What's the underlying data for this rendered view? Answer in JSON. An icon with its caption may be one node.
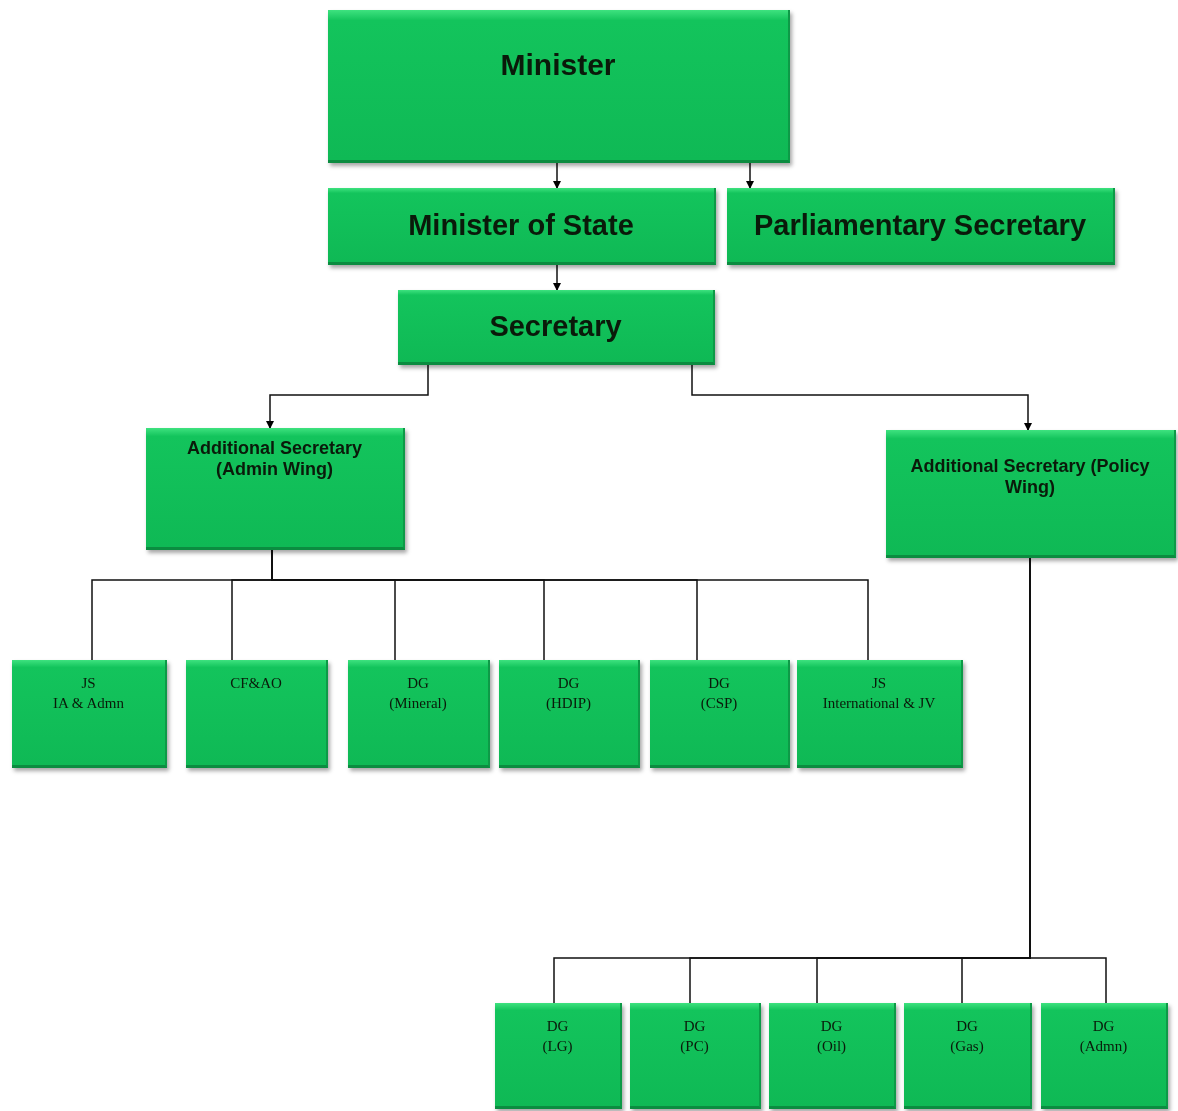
{
  "diagram": {
    "nodes": [
      {
        "text": [
          "Minister"
        ]
      },
      {
        "text": [
          "Minister of State"
        ]
      },
      {
        "text": [
          "Parliamentary Secretary"
        ]
      },
      {
        "text": [
          "Secretary"
        ]
      },
      {
        "text": [
          "Additional Secretary (Admin Wing)"
        ]
      },
      {
        "text": [
          "Additional Secretary (Policy Wing)"
        ]
      },
      {
        "text": [
          "JS",
          "IA & Admn"
        ]
      },
      {
        "text": [
          "CF&AO"
        ]
      },
      {
        "text": [
          "DG",
          "(Mineral)"
        ]
      },
      {
        "text": [
          "DG",
          "(HDIP)"
        ]
      },
      {
        "text": [
          "DG",
          "(CSP)"
        ]
      },
      {
        "text": [
          "JS",
          "International & JV"
        ]
      },
      {
        "text": [
          "DG",
          "(LG)"
        ]
      },
      {
        "text": [
          "DG",
          "(PC)"
        ]
      },
      {
        "text": [
          "DG",
          "(Oil)"
        ]
      },
      {
        "text": [
          "DG",
          "(Gas)"
        ]
      },
      {
        "text": [
          "DG",
          "(Admn)"
        ]
      }
    ],
    "edges": [
      {
        "from": 0,
        "to": 1,
        "arrow": "to"
      },
      {
        "from": 0,
        "to": 2,
        "arrow": "to"
      },
      {
        "from": 1,
        "to": 3,
        "arrow": "to"
      },
      {
        "from": 3,
        "to": 4,
        "arrow": "to"
      },
      {
        "from": 3,
        "to": 5,
        "arrow": "to"
      },
      {
        "from": 4,
        "to": 6,
        "arrow": "none"
      },
      {
        "from": 4,
        "to": 7,
        "arrow": "none"
      },
      {
        "from": 4,
        "to": 8,
        "arrow": "none"
      },
      {
        "from": 4,
        "to": 9,
        "arrow": "none"
      },
      {
        "from": 4,
        "to": 10,
        "arrow": "none"
      },
      {
        "from": 4,
        "to": 11,
        "arrow": "none"
      },
      {
        "from": 5,
        "to": 12,
        "arrow": "none"
      },
      {
        "from": 5,
        "to": 13,
        "arrow": "none"
      },
      {
        "from": 5,
        "to": 14,
        "arrow": "none"
      },
      {
        "from": 5,
        "to": 15,
        "arrow": "none"
      },
      {
        "from": 5,
        "to": 16,
        "arrow": "none"
      }
    ]
  }
}
